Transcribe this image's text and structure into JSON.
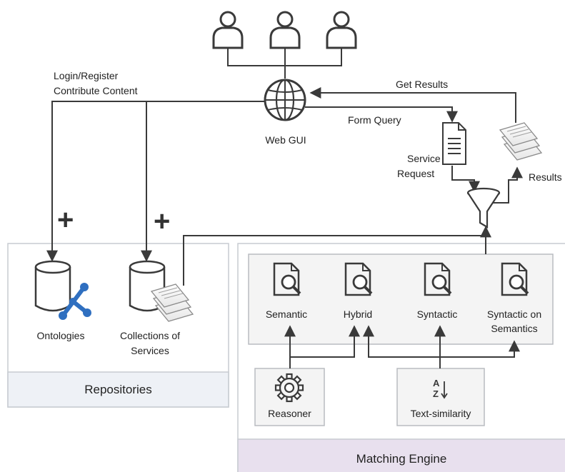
{
  "users": [
    {
      "icon": "user-icon"
    },
    {
      "icon": "user-icon"
    },
    {
      "icon": "user-icon"
    }
  ],
  "web_gui": {
    "icon": "globe-icon",
    "label": "Web GUI"
  },
  "edges": {
    "login_register": "Login/Register",
    "contribute_content": "Contribute Content",
    "get_results": "Get Results",
    "form_query": "Form Query"
  },
  "service_request": {
    "icon": "document-icon",
    "label_line1": "Service",
    "label_line2": "Request"
  },
  "results": {
    "icon": "stacked-documents-icon",
    "label": "Results"
  },
  "filter": {
    "icon": "funnel-icon"
  },
  "plus_sign": "+",
  "repositories": {
    "title": "Repositories",
    "ontologies": {
      "icon": "database-network-icon",
      "label": "Ontologies"
    },
    "collections": {
      "icon": "database-documents-icon",
      "label_line1": "Collections of",
      "label_line2": "Services"
    }
  },
  "matching_engine": {
    "title": "Matching Engine",
    "matchers": [
      {
        "icon": "document-search-icon",
        "label_line1": "Semantic",
        "label_line2": ""
      },
      {
        "icon": "document-search-icon",
        "label_line1": "Hybrid",
        "label_line2": ""
      },
      {
        "icon": "document-search-icon",
        "label_line1": "Syntactic",
        "label_line2": ""
      },
      {
        "icon": "document-search-icon",
        "label_line1": "Syntactic on",
        "label_line2": "Semantics"
      }
    ],
    "reasoner": {
      "icon": "gear-icon",
      "label": "Reasoner"
    },
    "text_similarity": {
      "icon": "sort-az-icon",
      "label": "Text-similarity"
    }
  },
  "colors": {
    "line": "#3a3a3a",
    "panel_fill": "#f4f4f4",
    "panel_border": "#c7cbd1",
    "repositories_header": "#eef1f6",
    "matching_header": "#e8e0ee",
    "network_blue": "#2f6fc0"
  }
}
